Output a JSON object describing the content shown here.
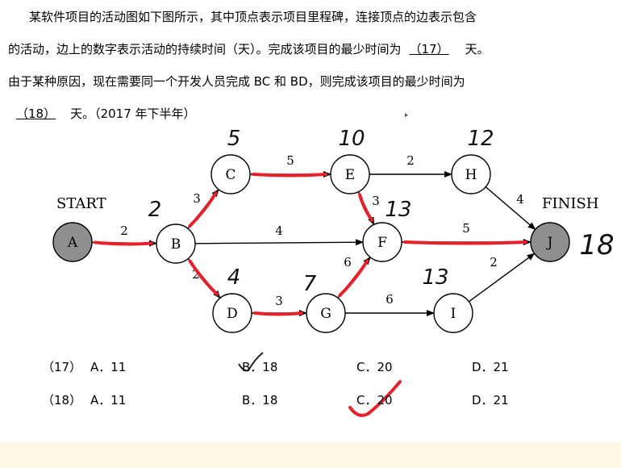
{
  "question": {
    "line1": "某软件项目的活动图如下图所示，其中顶点表示项目里程碑，连接顶点的边表示包含",
    "line2_pre": "的活动，边上的数字表示活动的持续时间（天）。完成该项目的最少时间为",
    "line2_blank": "（17）",
    "line2_post": "天。",
    "line3_pre": "由于某种原因，现在需要同一个开发人员完成 BC 和 BD，则完成该项目的最少时间为",
    "line4_blank": "（18）",
    "line4_post": "天。（2017 年下半年）"
  },
  "graph": {
    "start_label": "START",
    "finish_label": "FINISH",
    "nodes": [
      {
        "id": "A",
        "label": "A",
        "filled": true
      },
      {
        "id": "B",
        "label": "B",
        "filled": false
      },
      {
        "id": "C",
        "label": "C",
        "filled": false
      },
      {
        "id": "D",
        "label": "D",
        "filled": false
      },
      {
        "id": "E",
        "label": "E",
        "filled": false
      },
      {
        "id": "F",
        "label": "F",
        "filled": false
      },
      {
        "id": "G",
        "label": "G",
        "filled": false
      },
      {
        "id": "H",
        "label": "H",
        "filled": false
      },
      {
        "id": "I",
        "label": "I",
        "filled": false
      },
      {
        "id": "J",
        "label": "J",
        "filled": true
      }
    ],
    "edges": [
      {
        "from": "A",
        "to": "B",
        "weight": "2"
      },
      {
        "from": "B",
        "to": "C",
        "weight": "3"
      },
      {
        "from": "B",
        "to": "F",
        "weight": "4"
      },
      {
        "from": "B",
        "to": "D",
        "weight": "2"
      },
      {
        "from": "C",
        "to": "E",
        "weight": "5"
      },
      {
        "from": "E",
        "to": "H",
        "weight": "2"
      },
      {
        "from": "E",
        "to": "F",
        "weight": "3"
      },
      {
        "from": "H",
        "to": "J",
        "weight": "4"
      },
      {
        "from": "F",
        "to": "J",
        "weight": "5"
      },
      {
        "from": "D",
        "to": "G",
        "weight": "3"
      },
      {
        "from": "G",
        "to": "F",
        "weight": "6"
      },
      {
        "from": "G",
        "to": "I",
        "weight": "6"
      },
      {
        "from": "I",
        "to": "J",
        "weight": "2"
      }
    ],
    "handwritten_notes": {
      "B": "2",
      "C": "5",
      "E": "10",
      "H": "12",
      "F": "13",
      "D": "4",
      "G": "7",
      "I": "13",
      "J": "18"
    },
    "highlight_color": "#e8202a"
  },
  "options": {
    "q17": {
      "label": "（17）",
      "A": "A．11",
      "B": "B．18",
      "C": "C．20",
      "D": "D．21"
    },
    "q18": {
      "label": "（18）",
      "A": "A．11",
      "B": "B．18",
      "C": "C．20",
      "D": "D．21"
    }
  }
}
